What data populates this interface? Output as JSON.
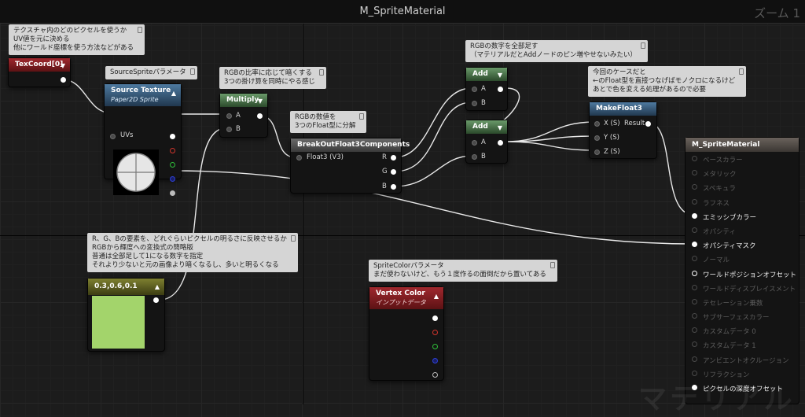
{
  "window": {
    "title": "M_SpriteMaterial",
    "zoom_label": "ズーム 1"
  },
  "watermark": "マテリアル",
  "comments": {
    "texcoord": [
      "テクスチャ内のどのピクセルを使うか",
      "UV値を元に決める",
      "他にワールド座標を使う方法などがある"
    ],
    "source": [
      "SourceSpriteパラメータ"
    ],
    "multiply": [
      "RGBの比率に応じて暗くする",
      "3つの掛け算を同時にやる感じ"
    ],
    "breakout": [
      "RGBの数値を",
      "3つのFloat型に分解"
    ],
    "add": [
      "RGBの数字を全部足す",
      "（マテリアルだとAddノードのピン増やせないみたい）"
    ],
    "makefloat": [
      "今回のケースだと",
      "←のFloat型を直接つなげばモノクロになるけど",
      "あとで色を変える処理があるので必要"
    ],
    "constant": [
      "R、G、Bの要素を、どれぐらいピクセルの明るさに反映させるか",
      "RGBから輝度への変換式の簡略版",
      "普通は全部足して1になる数字を指定",
      "それより少ないと元の画像より暗くなるし、多いと明るくなる"
    ],
    "vertex": [
      "SpriteColorパラメータ",
      "まだ使わないけど、もう１度作るの面倒だから置いてある"
    ]
  },
  "nodes": {
    "texcoord": {
      "title": "TexCoord[0]",
      "color": "#8e2227"
    },
    "source_texture": {
      "title": "Source Texture",
      "subtitle": "Paper2D Sprite",
      "uv_label": "UVs",
      "color": "#3d6588"
    },
    "multiply": {
      "title": "Multiply",
      "a": "A",
      "b": "B",
      "color": "#4e7a4e"
    },
    "breakout": {
      "title": "BreakOutFloat3Components",
      "input": "Float3 (V3)",
      "r": "R",
      "g": "G",
      "b": "B"
    },
    "add1": {
      "title": "Add",
      "a": "A",
      "b": "B"
    },
    "add2": {
      "title": "Add",
      "a": "A",
      "b": "B"
    },
    "makefloat3": {
      "title": "MakeFloat3",
      "x": "X (S)",
      "y": "Y (S)",
      "z": "Z (S)",
      "result": "Result"
    },
    "constant": {
      "title": "0.3,0.6,0.1",
      "swatch": "#a3d46b"
    },
    "vertex_color": {
      "title": "Vertex Color",
      "subtitle": "インプットデータ"
    }
  },
  "result_node": {
    "title": "M_SpriteMaterial",
    "inputs": [
      {
        "label": "ベースカラー",
        "connected": false
      },
      {
        "label": "メタリック",
        "connected": false
      },
      {
        "label": "スペキュラ",
        "connected": false
      },
      {
        "label": "ラフネス",
        "connected": false
      },
      {
        "label": "エミッシブカラー",
        "connected": true
      },
      {
        "label": "オパシティ",
        "connected": false
      },
      {
        "label": "オパシティマスク",
        "connected": true
      },
      {
        "label": "ノーマル",
        "connected": false
      },
      {
        "label": "ワールドポジションオフセット",
        "connected": true
      },
      {
        "label": "ワールドディスプレイスメント",
        "connected": false
      },
      {
        "label": "テセレーション乗数",
        "connected": false
      },
      {
        "label": "サブサーフェスカラー",
        "connected": false
      },
      {
        "label": "カスタムデータ 0",
        "connected": false
      },
      {
        "label": "カスタムデータ 1",
        "connected": false
      },
      {
        "label": "アンビエントオクルージョン",
        "connected": false
      },
      {
        "label": "リフラクション",
        "connected": false
      },
      {
        "label": "ピクセルの深度オフセット",
        "connected": true
      }
    ]
  },
  "colors": {
    "channel_r": "#d0342c",
    "channel_g": "#2fbf3a",
    "channel_b": "#2d40d6",
    "wire": "#e8e8e8"
  }
}
